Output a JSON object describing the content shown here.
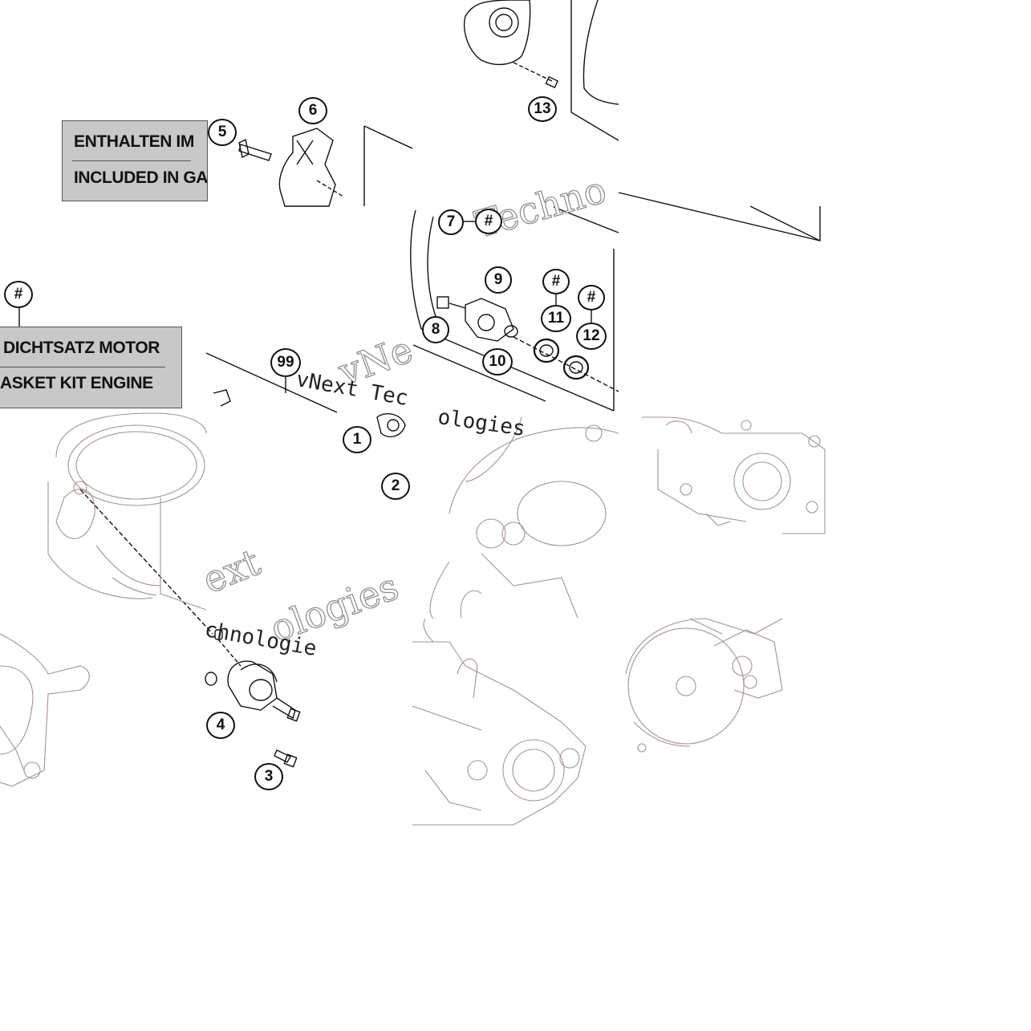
{
  "info_boxes": {
    "box_a": {
      "line1": "ENTHALTEN IM",
      "line2": "INCLUDED IN GA"
    },
    "box_b": {
      "line1": "DICHTSATZ MOTOR",
      "line2": "ASKET KIT ENGINE"
    }
  },
  "callouts": {
    "c1": "1",
    "c2": "2",
    "c3": "3",
    "c4": "4",
    "c5": "5",
    "c6": "6",
    "c7": "7",
    "c8": "8",
    "c9": "9",
    "c10": "10",
    "c11": "11",
    "c12": "12",
    "c13": "13",
    "c99": "99",
    "h_main": "#",
    "h_7": "#",
    "h_11": "#",
    "h_12": "#"
  },
  "watermarks": {
    "w1": "Techno",
    "w2": "vNe",
    "w3": "ext",
    "w4": "ologies",
    "w5": "chnologie",
    "w6": "vNext Tec",
    "w7": "ologies"
  },
  "colors": {
    "line_art": "#111111",
    "engine_outline": "#9a8a88",
    "box_fill": "#c8c8c8"
  }
}
